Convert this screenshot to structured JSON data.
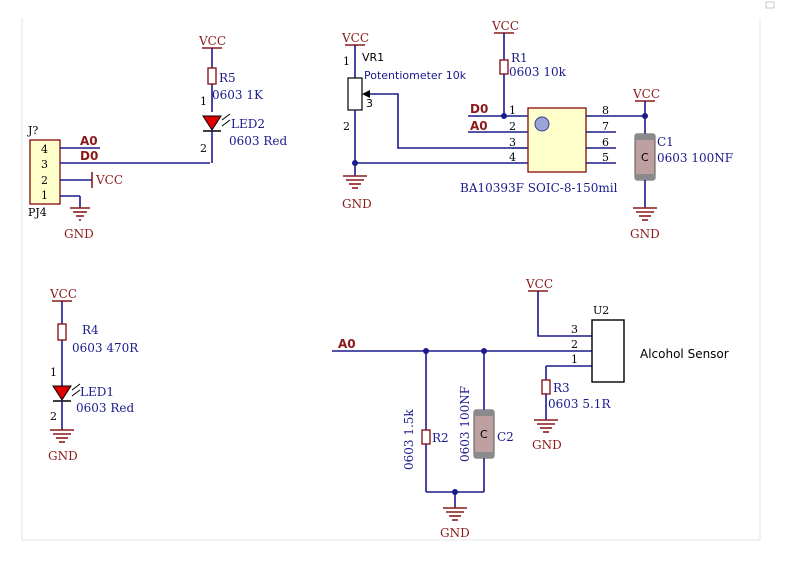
{
  "power": {
    "vcc": "VCC",
    "gnd": "GND"
  },
  "nets": {
    "a0": "A0",
    "d0": "D0"
  },
  "connector": {
    "designator": "J?",
    "name": "PJ4",
    "pins": [
      "4",
      "3",
      "2",
      "1"
    ]
  },
  "r5": {
    "designator": "R5",
    "value": "0603 1K"
  },
  "led2": {
    "designator": "LED2",
    "value": "0603 Red"
  },
  "vr1": {
    "designator": "VR1",
    "value": "Potentiometer 10k",
    "wiper_pin": "3",
    "pin_top": "1",
    "pin_bottom": "2"
  },
  "r1": {
    "designator": "R1",
    "value": "0603 10k"
  },
  "u1": {
    "part": "BA10393F SOIC-8-150mil",
    "left_pins": [
      "1",
      "2",
      "3",
      "4"
    ],
    "right_pins": [
      "8",
      "7",
      "6",
      "5"
    ]
  },
  "c1": {
    "designator": "C1",
    "value": "0603 100NF",
    "body_text": "C"
  },
  "r4": {
    "designator": "R4",
    "value": "0603 470R"
  },
  "led1": {
    "designator": "LED1",
    "value": "0603 Red"
  },
  "u2": {
    "designator": "U2",
    "name": "Alcohol Sensor",
    "pins": [
      "3",
      "2",
      "1"
    ]
  },
  "r3": {
    "designator": "R3",
    "value": "0603 5.1R"
  },
  "r2": {
    "designator": "R2",
    "value": "0603 1.5k"
  },
  "c2": {
    "designator": "C2",
    "value": "0603 100NF",
    "body_text": "C"
  },
  "pin_marks": {
    "one": "1",
    "two": "2"
  }
}
